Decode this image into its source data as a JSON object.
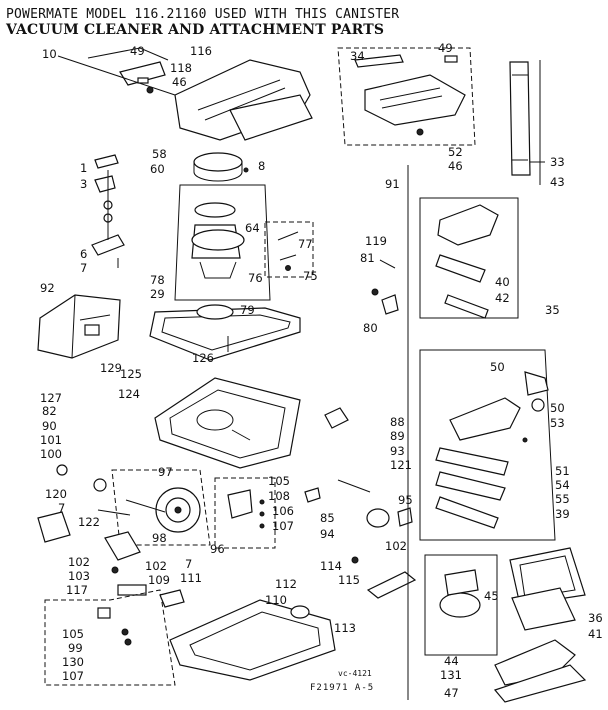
{
  "header": {
    "model_line": "POWERMATE MODEL 116.21160 USED WITH THIS CANISTER",
    "subtitle": "VACUUM CLEANER AND ATTACHMENT PARTS"
  },
  "footer": {
    "vc_code": "vc-4121",
    "figure_code": "F21971 A-5"
  },
  "callouts": [
    {
      "id": "c-10",
      "text": "10"
    },
    {
      "id": "c-49a",
      "text": "49"
    },
    {
      "id": "c-116",
      "text": "116"
    },
    {
      "id": "c-118",
      "text": "118"
    },
    {
      "id": "c-46a",
      "text": "46"
    },
    {
      "id": "c-34",
      "text": "34"
    },
    {
      "id": "c-49b",
      "text": "49"
    },
    {
      "id": "c-1",
      "text": "1"
    },
    {
      "id": "c-3",
      "text": "3"
    },
    {
      "id": "c-58",
      "text": "58"
    },
    {
      "id": "c-60",
      "text": "60"
    },
    {
      "id": "c-8",
      "text": "8"
    },
    {
      "id": "c-52",
      "text": "52"
    },
    {
      "id": "c-46b",
      "text": "46"
    },
    {
      "id": "c-33",
      "text": "33"
    },
    {
      "id": "c-91",
      "text": "91"
    },
    {
      "id": "c-43",
      "text": "43"
    },
    {
      "id": "c-64",
      "text": "64"
    },
    {
      "id": "c-77",
      "text": "77"
    },
    {
      "id": "c-76",
      "text": "76"
    },
    {
      "id": "c-75",
      "text": "75"
    },
    {
      "id": "c-6",
      "text": "6"
    },
    {
      "id": "c-7a",
      "text": "7"
    },
    {
      "id": "c-119",
      "text": "119"
    },
    {
      "id": "c-81",
      "text": "81"
    },
    {
      "id": "c-92",
      "text": "92"
    },
    {
      "id": "c-78",
      "text": "78"
    },
    {
      "id": "c-29",
      "text": "29"
    },
    {
      "id": "c-79",
      "text": "79"
    },
    {
      "id": "c-40",
      "text": "40"
    },
    {
      "id": "c-42",
      "text": "42"
    },
    {
      "id": "c-80",
      "text": "80"
    },
    {
      "id": "c-35",
      "text": "35"
    },
    {
      "id": "c-126",
      "text": "126"
    },
    {
      "id": "c-129",
      "text": "129"
    },
    {
      "id": "c-125",
      "text": "125"
    },
    {
      "id": "c-127",
      "text": "127"
    },
    {
      "id": "c-124",
      "text": "124"
    },
    {
      "id": "c-82",
      "text": "82"
    },
    {
      "id": "c-50a",
      "text": "50"
    },
    {
      "id": "c-50b",
      "text": "50"
    },
    {
      "id": "c-53",
      "text": "53"
    },
    {
      "id": "c-88",
      "text": "88"
    },
    {
      "id": "c-89",
      "text": "89"
    },
    {
      "id": "c-90",
      "text": "90"
    },
    {
      "id": "c-101",
      "text": "101"
    },
    {
      "id": "c-100",
      "text": "100"
    },
    {
      "id": "c-93",
      "text": "93"
    },
    {
      "id": "c-121",
      "text": "121"
    },
    {
      "id": "c-97",
      "text": "97"
    },
    {
      "id": "c-105a",
      "text": "105"
    },
    {
      "id": "c-108",
      "text": "108"
    },
    {
      "id": "c-106",
      "text": "106"
    },
    {
      "id": "c-107a",
      "text": "107"
    },
    {
      "id": "c-51",
      "text": "51"
    },
    {
      "id": "c-54",
      "text": "54"
    },
    {
      "id": "c-55",
      "text": "55"
    },
    {
      "id": "c-39",
      "text": "39"
    },
    {
      "id": "c-120",
      "text": "120"
    },
    {
      "id": "c-95",
      "text": "95"
    },
    {
      "id": "c-7b",
      "text": "7"
    },
    {
      "id": "c-122",
      "text": "122"
    },
    {
      "id": "c-98",
      "text": "98"
    },
    {
      "id": "c-85",
      "text": "85"
    },
    {
      "id": "c-94",
      "text": "94"
    },
    {
      "id": "c-96",
      "text": "96"
    },
    {
      "id": "c-102a",
      "text": "102"
    },
    {
      "id": "c-102b",
      "text": "102"
    },
    {
      "id": "c-7c",
      "text": "7"
    },
    {
      "id": "c-114",
      "text": "114"
    },
    {
      "id": "c-102c",
      "text": "102"
    },
    {
      "id": "c-103",
      "text": "103"
    },
    {
      "id": "c-109",
      "text": "109"
    },
    {
      "id": "c-111",
      "text": "111"
    },
    {
      "id": "c-115",
      "text": "115"
    },
    {
      "id": "c-117",
      "text": "117"
    },
    {
      "id": "c-112",
      "text": "112"
    },
    {
      "id": "c-110",
      "text": "110"
    },
    {
      "id": "c-45",
      "text": "45"
    },
    {
      "id": "c-36",
      "text": "36"
    },
    {
      "id": "c-41",
      "text": "41"
    },
    {
      "id": "c-105b",
      "text": "105"
    },
    {
      "id": "c-99",
      "text": "99"
    },
    {
      "id": "c-113",
      "text": "113"
    },
    {
      "id": "c-130",
      "text": "130"
    },
    {
      "id": "c-107b",
      "text": "107"
    },
    {
      "id": "c-44",
      "text": "44"
    },
    {
      "id": "c-131",
      "text": "131"
    },
    {
      "id": "c-47",
      "text": "47"
    }
  ]
}
